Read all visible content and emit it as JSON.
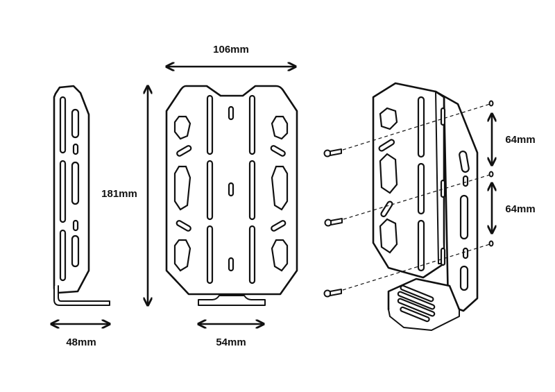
{
  "labels": {
    "width_top": "106mm",
    "height": "181mm",
    "side_width": "48mm",
    "base_width": "54mm",
    "spacing_upper": "64mm",
    "spacing_lower": "64mm"
  },
  "colors": {
    "line": "#111111",
    "background": "#ffffff"
  }
}
